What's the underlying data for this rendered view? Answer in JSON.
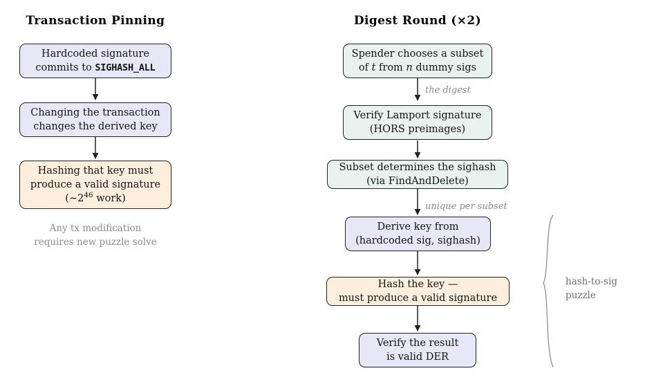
{
  "columns": {
    "left": {
      "title": "Transaction Pinning",
      "nodes": [
        {
          "name": "hardcoded-signature",
          "line1": "Hardcoded signature",
          "line2_pre": "commits to ",
          "line2_mono": "SIGHASH_ALL",
          "fill": "#e7e7f8"
        },
        {
          "name": "changing-transaction",
          "line1": "Changing the transaction",
          "line2": "changes the derived key",
          "fill": "#e7e7f8"
        },
        {
          "name": "hashing-key-work",
          "line1": "Hashing that key must",
          "line2": "produce a valid signature",
          "line3_pre": "(∼2",
          "line3_sup": "46",
          "line3_post": " work)",
          "fill": "#fdeede"
        }
      ],
      "caption": {
        "line1": "Any tx modification",
        "line2": "requires new puzzle solve"
      }
    },
    "right": {
      "title": "Digest Round (×2)",
      "nodes": [
        {
          "name": "spender-chooses-subset",
          "line1": "Spender chooses a subset",
          "line2_a": "of ",
          "line2_t": "t",
          "line2_b": " from ",
          "line2_n": "n",
          "line2_c": " dummy sigs",
          "fill": "#eaf2ef"
        },
        {
          "name": "verify-lamport-signature",
          "line1": "Verify Lamport signature",
          "line2": "(HORS preimages)",
          "fill": "#eaf2ef"
        },
        {
          "name": "subset-determines-sighash",
          "line1": "Subset determines the sighash",
          "line2": "(via FindAndDelete)",
          "fill": "#eaf2ef"
        },
        {
          "name": "derive-key-from",
          "line1": "Derive key from",
          "line2": "(hardcoded sig, sighash)",
          "fill": "#e7e7f8"
        },
        {
          "name": "hash-the-key",
          "line1": "Hash the key —",
          "line2": "must produce a valid signature",
          "fill": "#fdeede"
        },
        {
          "name": "verify-valid-der",
          "line1": "Verify the result",
          "line2": "is valid DER",
          "fill": "#e7e7f8"
        }
      ],
      "edge_labels": [
        {
          "name": "the-digest",
          "text": "the digest"
        },
        {
          "name": "unique-per-subset",
          "text": "unique per subset"
        }
      ],
      "brace_label": {
        "line1": "hash-to-sig",
        "line2": "puzzle"
      }
    }
  },
  "colors": {
    "lavender": "#e7e7f8",
    "peach": "#fdeede",
    "mint": "#eaf2ef",
    "stroke": "#222222",
    "muted": "#8d8d8d"
  }
}
